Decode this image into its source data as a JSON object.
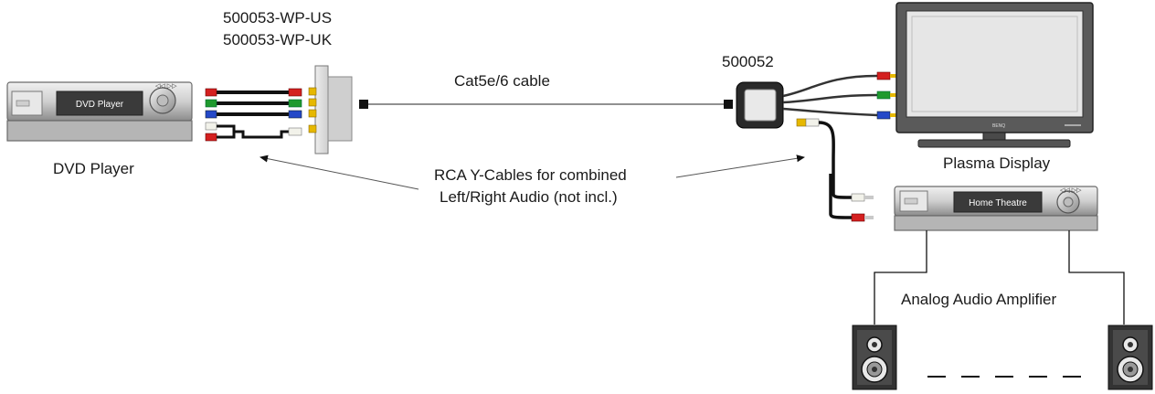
{
  "labels": {
    "part_us": "500053-WP-US",
    "part_uk": "500053-WP-UK",
    "cable": "Cat5e/6 cable",
    "receiver_part": "500052",
    "dvd_player": "DVD Player",
    "plasma_display": "Plasma Display",
    "y_cables_line1": "RCA Y-Cables for combined",
    "y_cables_line2": "Left/Right Audio (not incl.)",
    "amplifier": "Analog Audio Amplifier"
  },
  "devices": {
    "dvd_screen_text": "DVD Player",
    "home_theatre_screen_text": "Home Theatre"
  },
  "colors": {
    "rca_red": "#d42020",
    "rca_green": "#1f9a2e",
    "rca_blue": "#2448c8",
    "rca_white": "#f2f2ea",
    "rca_yellow": "#e6b800",
    "device_silver": "#c9c9c9"
  }
}
